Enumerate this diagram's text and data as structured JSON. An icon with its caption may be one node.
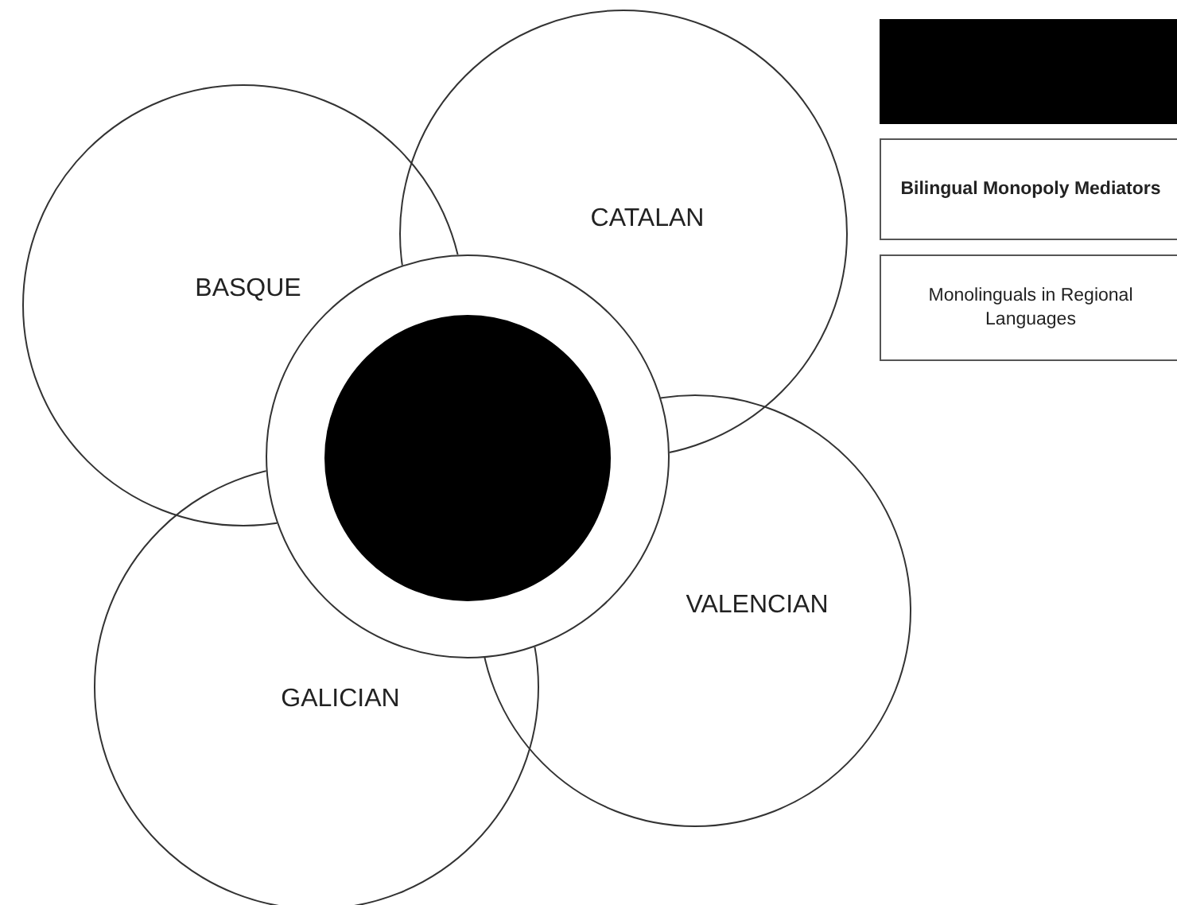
{
  "diagram": {
    "nodes": [
      {
        "text": [
          "CATALAN"
        ]
      },
      {
        "text": [
          "BASQUE"
        ]
      },
      {
        "text": [],
        "shape": "circle"
      },
      {
        "text": [],
        "shape": "circle",
        "in": 2
      },
      {
        "text": [
          "VALENCIAN"
        ]
      },
      {
        "text": [
          "GALICIAN"
        ]
      },
      {
        "text": [],
        "shape": "box"
      },
      {
        "text": [
          "Bilingual Monopoly Mediators"
        ]
      },
      {
        "text": [
          "Monolinguals in Regional Languages"
        ]
      }
    ]
  }
}
